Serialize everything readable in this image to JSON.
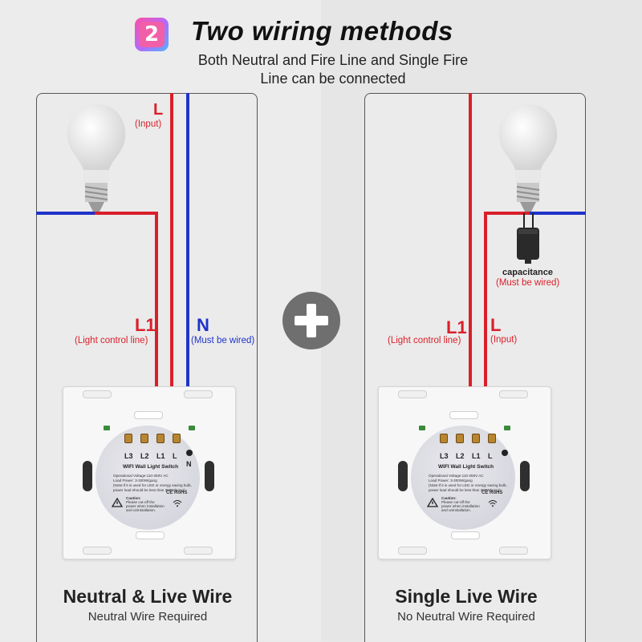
{
  "header": {
    "badge_number": "2",
    "title": "Two wiring methods",
    "subtitle_line1": "Both Neutral and Fire Line and Single Fire",
    "subtitle_line2": "Line can be connected"
  },
  "colors": {
    "live_wire": "#d9202a",
    "neutral_wire": "#1f33c9",
    "plus_circle": "#6f6f6f"
  },
  "left_panel": {
    "title": "Neutral & Live Wire",
    "subtitle": "Neutral Wire Required",
    "label_l": "L",
    "label_l_sub": "(Input)",
    "label_l1": "L1",
    "label_l1_sub": "(Light control line)",
    "label_n": "N",
    "label_n_sub": "(Must be wired)"
  },
  "right_panel": {
    "title": "Single Live Wire",
    "subtitle": "No Neutral Wire Required",
    "capacitance": "capacitance",
    "capacitance_sub": "(Must be wired)",
    "label_l1": "L1",
    "label_l1_sub": "(Light control line)",
    "label_l": "L",
    "label_l_sub": "(Input)"
  },
  "switch": {
    "terminals": [
      "L3",
      "L2",
      "L1",
      "L"
    ],
    "neutral": "N",
    "plate_title": "WIFI Wall Light Switch",
    "plate_lines": [
      "Operational Voltage:110-250V AC",
      "Load Power: 3-300W/gang",
      "(Note:If it is used for LED or energy saving bulb,",
      "power load should be less than 300W/gang)"
    ],
    "caution_title": "Caution:",
    "caution_lines": [
      "Please cut-off the",
      "power when installation",
      "and uninstallation."
    ],
    "marks": "CE RoHS"
  },
  "icons": {
    "plus": "plus-icon",
    "bulb": "light-bulb-icon",
    "capacitor": "capacitor-icon",
    "warning": "warning-icon",
    "wifi": "wifi-icon"
  }
}
